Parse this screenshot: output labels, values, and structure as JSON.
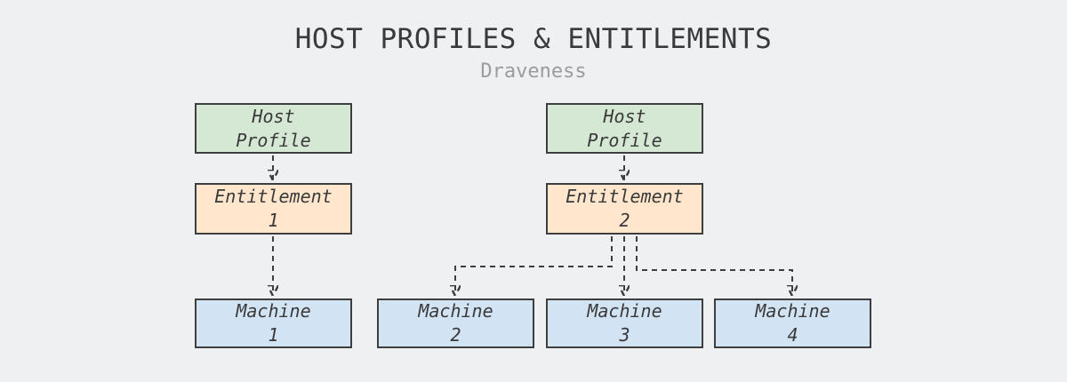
{
  "title": "HOST PROFILES & ENTITLEMENTS",
  "subtitle": "Draveness",
  "colors": {
    "background": "#eef0f2",
    "host_profile_fill": "#d5e8d4",
    "entitlement_fill": "#ffe6cc",
    "machine_fill": "#d2e3f3",
    "border": "#3e3e3e",
    "text": "#3a3a3a",
    "subtitle_text": "#9a9ca0"
  },
  "nodes": {
    "host_profile_1": {
      "type": "host-profile",
      "line1": "Host",
      "line2": "Profile"
    },
    "entitlement_1": {
      "type": "entitlement",
      "line1": "Entitlement",
      "line2": "1"
    },
    "machine_1": {
      "type": "machine",
      "line1": "Machine",
      "line2": "1"
    },
    "machine_2": {
      "type": "machine",
      "line1": "Machine",
      "line2": "2"
    },
    "host_profile_2": {
      "type": "host-profile",
      "line1": "Host",
      "line2": "Profile"
    },
    "entitlement_2": {
      "type": "entitlement",
      "line1": "Entitlement",
      "line2": "2"
    },
    "machine_3": {
      "type": "machine",
      "line1": "Machine",
      "line2": "3"
    },
    "machine_4": {
      "type": "machine",
      "line1": "Machine",
      "line2": "4"
    }
  },
  "edges": [
    {
      "from": "host_profile_1",
      "to": "entitlement_1",
      "style": "dashed-arrow"
    },
    {
      "from": "host_profile_2",
      "to": "entitlement_2",
      "style": "dashed-arrow"
    },
    {
      "from": "entitlement_1",
      "to": "machine_1",
      "style": "dashed-arrow"
    },
    {
      "from": "entitlement_2",
      "to": "machine_2",
      "style": "dashed-arrow"
    },
    {
      "from": "entitlement_2",
      "to": "machine_3",
      "style": "dashed-arrow"
    },
    {
      "from": "entitlement_2",
      "to": "machine_4",
      "style": "dashed-arrow"
    }
  ]
}
